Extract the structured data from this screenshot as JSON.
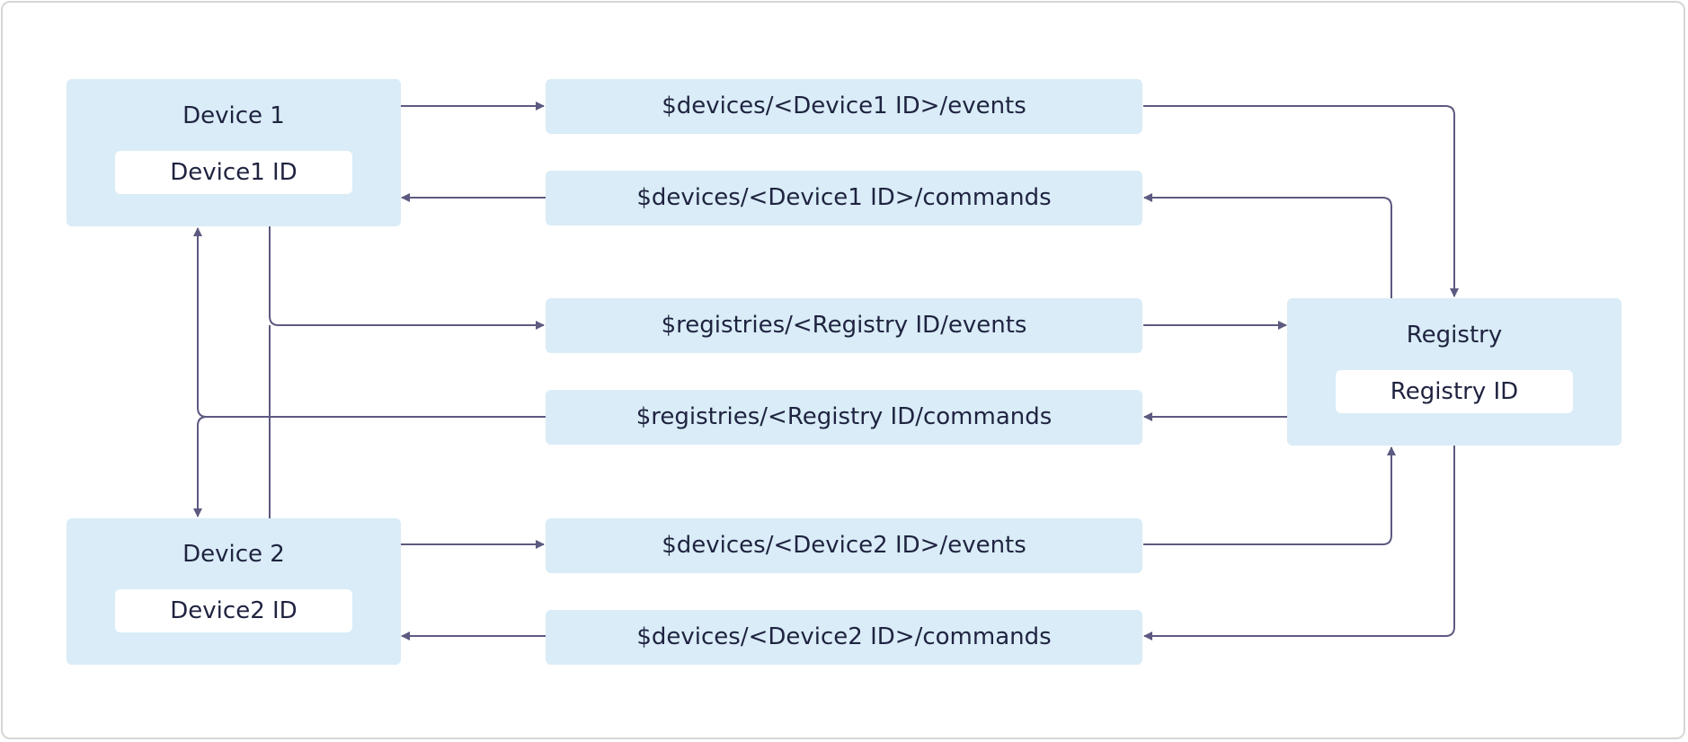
{
  "colors": {
    "box_fill": "#d9ecf7",
    "chip_fill": "#ffffff",
    "line": "#5c5a80",
    "text": "#1f2340",
    "frame": "#d6d6d6"
  },
  "device1": {
    "title": "Device 1",
    "id": "Device1 ID"
  },
  "device2": {
    "title": "Device 2",
    "id": "Device2 ID"
  },
  "registry": {
    "title": "Registry",
    "id": "Registry ID"
  },
  "topics": {
    "device1_events": "$devices/<Device1 ID>/events",
    "device1_commands": "$devices/<Device1 ID>/commands",
    "registry_events": "$registries/<Registry ID/events",
    "registry_commands": "$registries/<Registry ID/commands",
    "device2_events": "$devices/<Device2 ID>/events",
    "device2_commands": "$devices/<Device2 ID>/commands"
  }
}
